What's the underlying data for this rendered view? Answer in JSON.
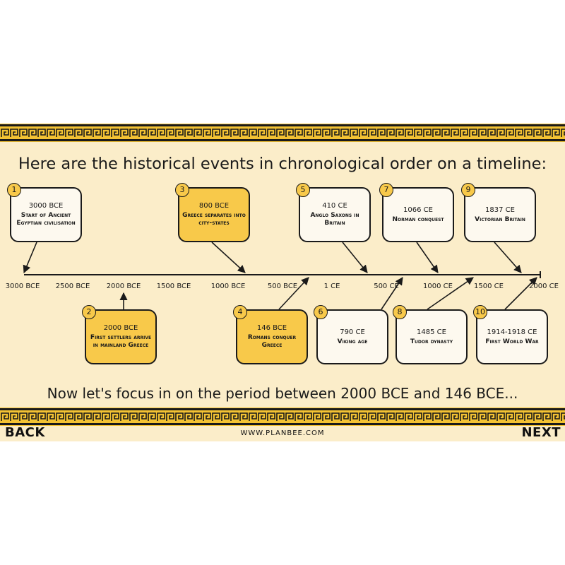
{
  "title": "Here are the historical events in chronological order on a timeline:",
  "subtitle": "Now let's focus in on the period between 2000 BCE and 146 BCE...",
  "colors": {
    "background": "#fbedc9",
    "border_gold": "#f3c233",
    "highlight_box": "#f8c94a",
    "plain_box": "#fdf9ef",
    "ink": "#1a1a1a"
  },
  "timeline": {
    "ticks": [
      "3000 BCE",
      "2500 BCE",
      "2000 BCE",
      "1500 BCE",
      "1000 BCE",
      "500 BCE",
      "1 CE",
      "500 CE",
      "1000 CE",
      "1500 CE",
      "2000 CE"
    ]
  },
  "events": [
    {
      "number": "1",
      "date": "3000 BCE",
      "name": "Start of Ancient Egyptian civilisation",
      "highlight": false
    },
    {
      "number": "2",
      "date": "2000 BCE",
      "name": "First settlers arrive in mainland Greece",
      "highlight": true
    },
    {
      "number": "3",
      "date": "800 BCE",
      "name": "Greece separates into city-states",
      "highlight": true
    },
    {
      "number": "4",
      "date": "146 BCE",
      "name": "Romans conquer Greece",
      "highlight": true
    },
    {
      "number": "5",
      "date": "410 CE",
      "name": "Anglo Saxons in Britain",
      "highlight": false
    },
    {
      "number": "6",
      "date": "790 CE",
      "name": "Viking age",
      "highlight": false
    },
    {
      "number": "7",
      "date": "1066 CE",
      "name": "Norman conquest",
      "highlight": false
    },
    {
      "number": "8",
      "date": "1485 CE",
      "name": "Tudor dynasty",
      "highlight": false
    },
    {
      "number": "9",
      "date": "1837 CE",
      "name": "Victorian Britain",
      "highlight": false
    },
    {
      "number": "10",
      "date": "1914-1918 CE",
      "name": "First World War",
      "highlight": false
    }
  ],
  "nav": {
    "back_label": "BACK",
    "next_label": "NEXT",
    "website": "WWW.PLANBEE.COM"
  }
}
